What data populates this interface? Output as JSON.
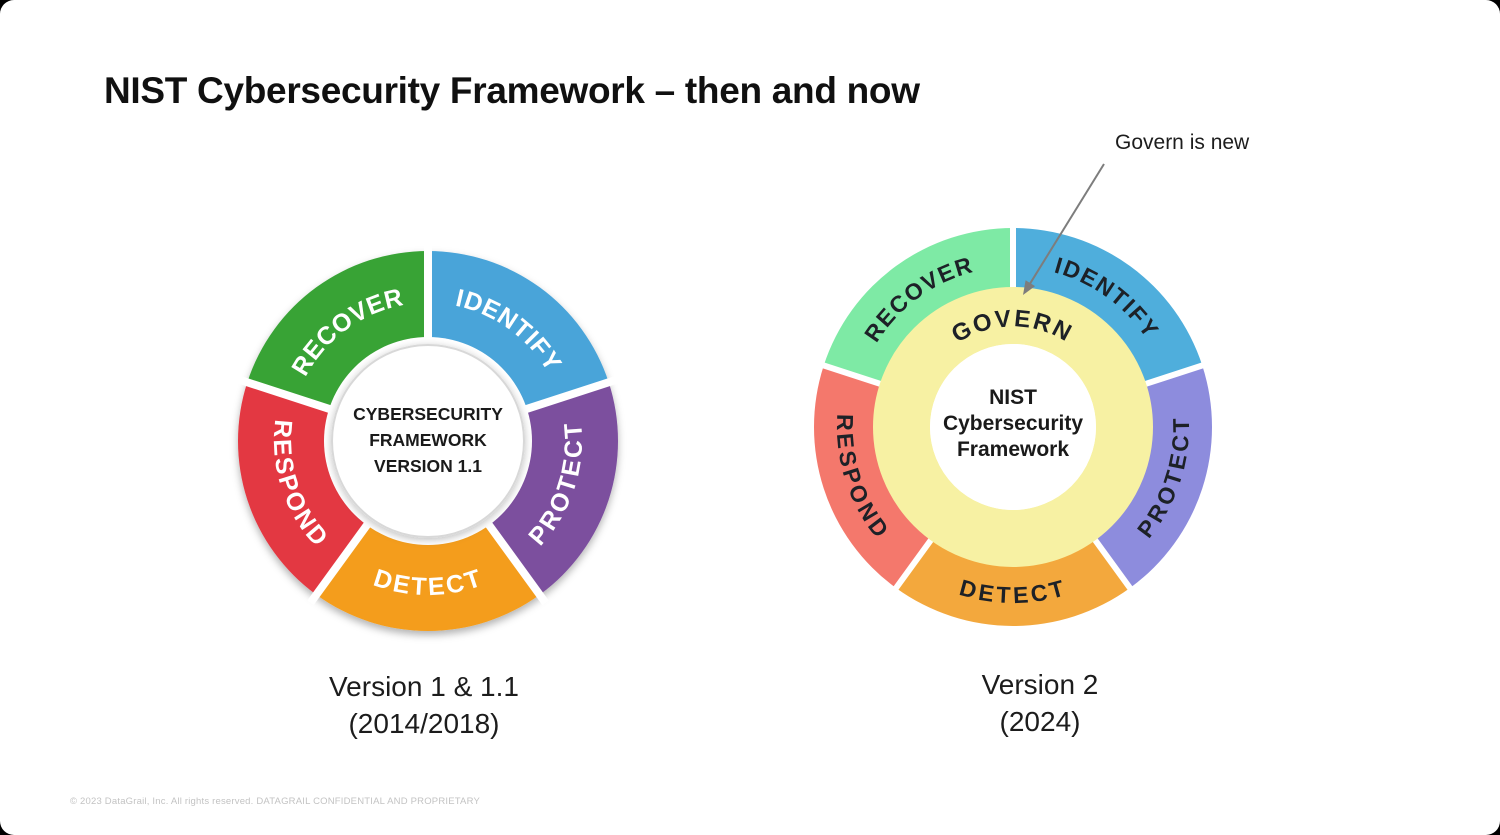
{
  "title": "NIST Cybersecurity Framework – then and now",
  "annotation": {
    "text": "Govern is new"
  },
  "wheel_v1": {
    "center_label": [
      "CYBERSECURITY",
      "FRAMEWORK",
      "VERSION 1.1"
    ],
    "caption": [
      "Version 1 & 1.1",
      "(2014/2018)"
    ],
    "label_color": "#ffffff",
    "segments": [
      {
        "label": "IDENTIFY",
        "color": "#4AA4D9"
      },
      {
        "label": "PROTECT",
        "color": "#7C4F9E"
      },
      {
        "label": "DETECT",
        "color": "#F49D1B"
      },
      {
        "label": "RESPOND",
        "color": "#E33843"
      },
      {
        "label": "RECOVER",
        "color": "#38A336"
      }
    ]
  },
  "wheel_v2": {
    "center_label": [
      "NIST",
      "Cybersecurity",
      "Framework"
    ],
    "govern_label": "GOVERN",
    "govern_ring_color": "#F7F1A3",
    "caption": [
      "Version 2",
      "(2024)"
    ],
    "label_color": "#1D2127",
    "segments": [
      {
        "label": "IDENTIFY",
        "color": "#4FAEDC"
      },
      {
        "label": "PROTECT",
        "color": "#8D8CDD"
      },
      {
        "label": "DETECT",
        "color": "#F3A83D"
      },
      {
        "label": "RESPOND",
        "color": "#F4786C"
      },
      {
        "label": "RECOVER",
        "color": "#7EEAA5"
      }
    ]
  },
  "footer": "© 2023 DataGrail, Inc. All rights reserved. DATAGRAIL CONFIDENTIAL AND PROPRIETARY"
}
